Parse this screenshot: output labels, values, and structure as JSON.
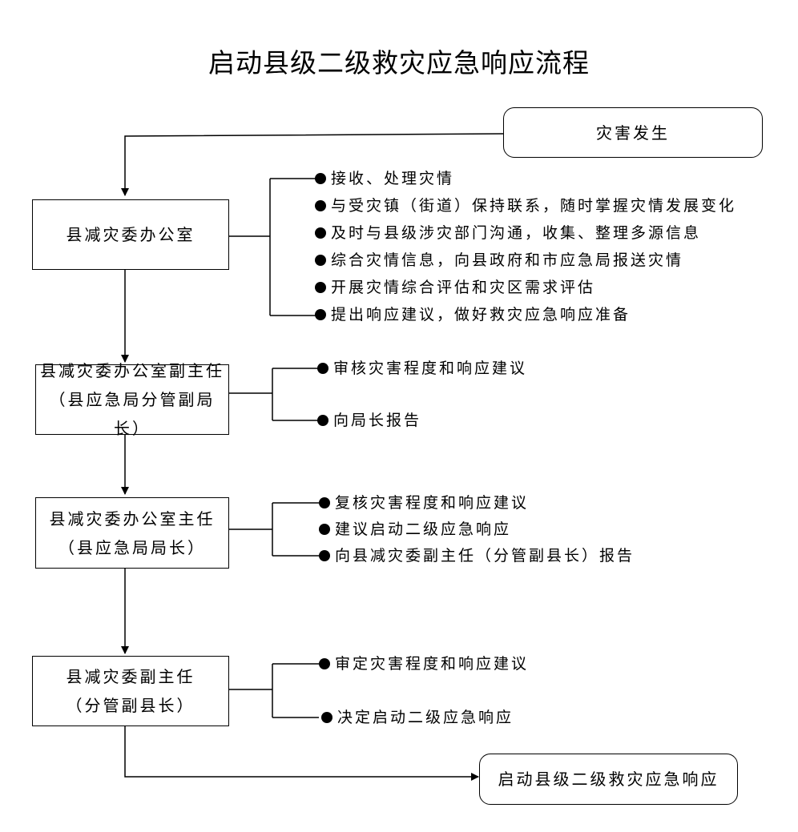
{
  "title": "启动县级二级救灾应急响应流程",
  "start": "灾害发生",
  "end": "启动县级二级救灾应急响应",
  "steps": [
    {
      "lines": [
        "县减灾委办公室"
      ],
      "items": [
        "接收、处理灾情",
        "与受灾镇（街道）保持联系，随时掌握灾情发展变化",
        "及时与县级涉灾部门沟通，收集、整理多源信息",
        "综合灾情信息，向县政府和市应急局报送灾情",
        "开展灾情综合评估和灾区需求评估",
        "提出响应建议，做好救灾应急响应准备"
      ]
    },
    {
      "lines": [
        "县减灾委办公室副主任",
        "（县应急局分管副局长）"
      ],
      "items": [
        "审核灾害程度和响应建议",
        "向局长报告"
      ]
    },
    {
      "lines": [
        "县减灾委办公室主任",
        "（县应急局局长）"
      ],
      "items": [
        "复核灾害程度和响应建议",
        "建议启动二级应急响应",
        "向县减灾委副主任（分管副县长）报告"
      ]
    },
    {
      "lines": [
        "县减灾委副主任",
        "（分管副县长）"
      ],
      "items": [
        "审定灾害程度和响应建议",
        "决定启动二级应急响应"
      ]
    }
  ]
}
